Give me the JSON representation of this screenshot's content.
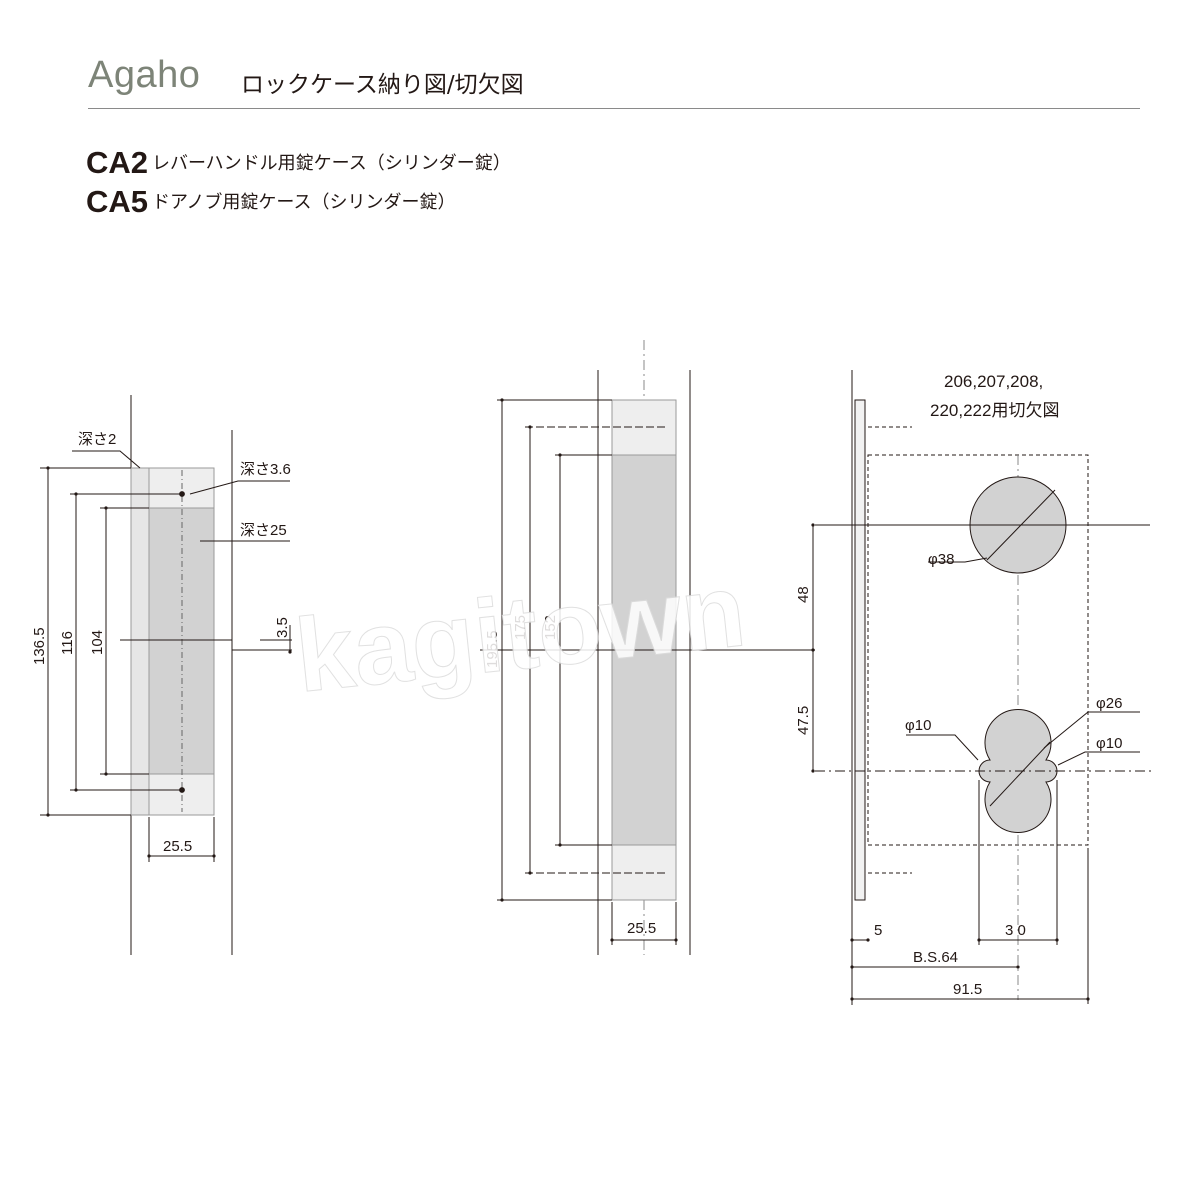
{
  "header": {
    "brand": "Agaho",
    "subtitle": "ロックケース納り図/切欠図"
  },
  "models": [
    {
      "code": "CA2",
      "desc": "レバーハンドル用錠ケース（シリンダー錠）"
    },
    {
      "code": "CA5",
      "desc": "ドアノブ用錠ケース（シリンダー錠）"
    }
  ],
  "front_view": {
    "depth_labels": [
      "深さ2",
      "深さ3.6",
      "深さ25"
    ],
    "dims": {
      "h_overall": "136.5",
      "h_116": "116",
      "h_104": "104",
      "offset": "3.5",
      "width": "25.5"
    }
  },
  "side_view": {
    "dims": {
      "h_195": "195.5",
      "h_175": "175",
      "h_152": "152",
      "width": "25.5"
    }
  },
  "cutout_view": {
    "note_lines": [
      "206,207,208,",
      "220,222用切欠図"
    ],
    "note_color": "#c8161d",
    "dims": {
      "phi38": "φ38",
      "phi26": "φ26",
      "phi10_left": "φ10",
      "phi10_right": "φ10",
      "v48": "48",
      "v47": "47.5",
      "d5": "5",
      "d30": "3 0",
      "bs": "B.S.64",
      "total": "91.5"
    }
  },
  "watermark": "kagitown"
}
